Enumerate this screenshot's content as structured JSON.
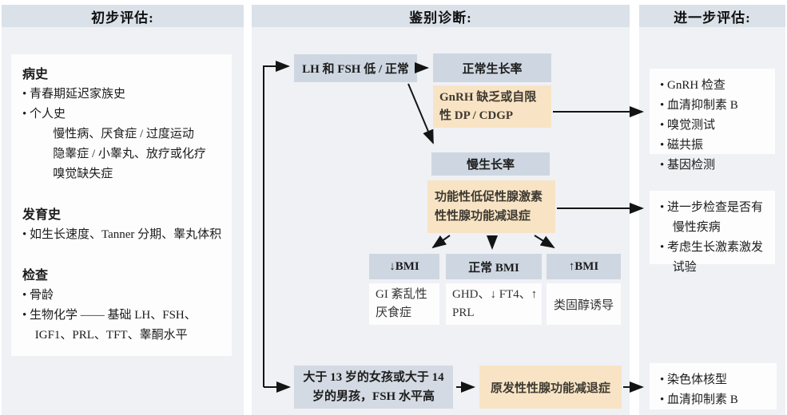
{
  "headers": {
    "initial": "初步评估:",
    "differential": "鉴别诊断:",
    "further": "进一步评估:"
  },
  "initial_panel": {
    "sections": [
      {
        "title": "病史",
        "lines": [
          "• 青春期延迟家族史",
          "• 个人史"
        ],
        "sublines": [
          "慢性病、厌食症 / 过度运动",
          "隐睾症 / 小睾丸、放疗或化疗",
          "嗅觉缺失症"
        ]
      },
      {
        "title": "发育史",
        "lines": [
          "• 如生长速度、Tanner 分期、睾丸体积"
        ],
        "sublines": []
      },
      {
        "title": "检查",
        "lines": [
          "• 骨龄",
          "• 生物化学 —— 基础 LH、FSH、IGF1、PRL、TFT、睾酮水平"
        ],
        "sublines": []
      }
    ]
  },
  "flow_boxes": {
    "lh_fsh": "LH 和 FSH 低 / 正常",
    "normal_growth_rate": "正常生长率",
    "gnrh_deficiency": "GnRH 缺乏或自限性 DP / CDGP",
    "slow_growth_rate": "慢生长率",
    "functional_hypogonadism": "功能性低促性腺激素性性腺功能减退症",
    "bmi_down": "↓BMI",
    "bmi_normal": "正常 BMI",
    "bmi_up": "↑BMI",
    "gi_anorexia": "GI 紊乱性厌食症",
    "ghd_ft4_prl": "GHD、↓ FT4、↑ PRL",
    "steroid_induced": "类固醇诱导",
    "age_fsh_high": "大于 13 岁的女孩或大于 14 岁的男孩，FSH 水平高",
    "primary_hypogonadism": "原发性性腺功能减退症"
  },
  "further_panel": {
    "box1_items": [
      "• GnRH 检查",
      "• 血清抑制素 B",
      "• 嗅觉测试",
      "• 磁共振",
      "• 基因检测"
    ],
    "box2_items": [
      "• 进一步检查是否有慢性疾病",
      "• 考虑生长激素激发试验"
    ],
    "box3_items": [
      "• 染色体核型",
      "• 血清抑制素 B"
    ]
  },
  "colors": {
    "header_bg": "#dbe1e9",
    "panel_bg": "#eff1f5",
    "gray_box": "#ced7e1",
    "gray_box_alt": "#d4dae3",
    "orange_box": "#f8e4c4",
    "white_box": "#fdfdfe",
    "arrow": "#141414",
    "text_dark": "#1c1c1c",
    "text_soft": "#3e3a32"
  }
}
